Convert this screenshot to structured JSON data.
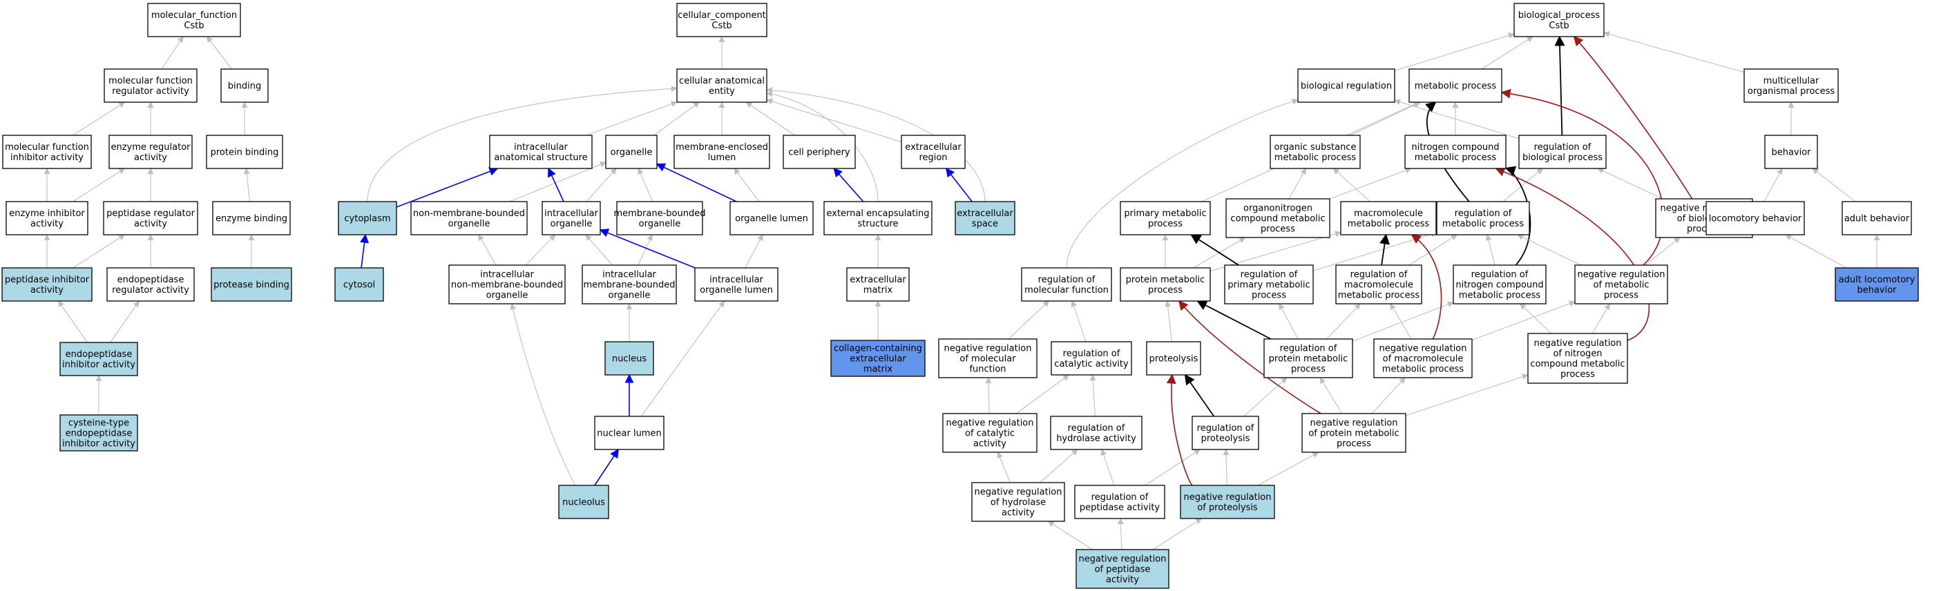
{
  "colors": {
    "default_fill": "#ffffff",
    "light_blue": "#add8e6",
    "cornflower": "#6495ed",
    "edge_gray": "#bfbfbf",
    "edge_blue": "#0000ff",
    "edge_black": "#000000",
    "edge_red": "#a01818"
  },
  "nodes": [
    {
      "id": "mf_cstb",
      "lines": [
        "molecular_function",
        "Cstb"
      ],
      "fill": "default"
    },
    {
      "id": "mf_reg",
      "lines": [
        "molecular function",
        "regulator activity"
      ],
      "fill": "default"
    },
    {
      "id": "binding",
      "lines": [
        "binding"
      ],
      "fill": "default"
    },
    {
      "id": "mf_inh",
      "lines": [
        "molecular function",
        "inhibitor activity"
      ],
      "fill": "default"
    },
    {
      "id": "enz_reg",
      "lines": [
        "enzyme regulator",
        "activity"
      ],
      "fill": "default"
    },
    {
      "id": "prot_bind",
      "lines": [
        "protein binding"
      ],
      "fill": "default"
    },
    {
      "id": "enz_inh",
      "lines": [
        "enzyme inhibitor",
        "activity"
      ],
      "fill": "default"
    },
    {
      "id": "pept_reg",
      "lines": [
        "peptidase regulator",
        "activity"
      ],
      "fill": "default"
    },
    {
      "id": "enz_bind",
      "lines": [
        "enzyme binding"
      ],
      "fill": "default"
    },
    {
      "id": "pept_inh",
      "lines": [
        "peptidase inhibitor",
        "activity"
      ],
      "fill": "light"
    },
    {
      "id": "endo_reg",
      "lines": [
        "endopeptidase",
        "regulator activity"
      ],
      "fill": "default"
    },
    {
      "id": "prot_bind2",
      "lines": [
        "protease binding"
      ],
      "fill": "light"
    },
    {
      "id": "endo_inh",
      "lines": [
        "endopeptidase",
        "inhibitor activity"
      ],
      "fill": "light"
    },
    {
      "id": "cys_inh",
      "lines": [
        "cysteine-type",
        "endopeptidase",
        "inhibitor activity"
      ],
      "fill": "light"
    },
    {
      "id": "cc_cstb",
      "lines": [
        "cellular_component",
        "Cstb"
      ],
      "fill": "default"
    },
    {
      "id": "cae",
      "lines": [
        "cellular anatomical",
        "entity"
      ],
      "fill": "default"
    },
    {
      "id": "ias",
      "lines": [
        "intracellular",
        "anatomical structure"
      ],
      "fill": "default"
    },
    {
      "id": "organelle",
      "lines": [
        "organelle"
      ],
      "fill": "default"
    },
    {
      "id": "mem_lumen",
      "lines": [
        "membrane-enclosed",
        "lumen"
      ],
      "fill": "default"
    },
    {
      "id": "cell_per",
      "lines": [
        "cell periphery"
      ],
      "fill": "default"
    },
    {
      "id": "ext_reg",
      "lines": [
        "extracellular",
        "region"
      ],
      "fill": "default"
    },
    {
      "id": "cytoplasm",
      "lines": [
        "cytoplasm"
      ],
      "fill": "light"
    },
    {
      "id": "nmbo",
      "lines": [
        "non-membrane-bounded",
        "organelle"
      ],
      "fill": "default"
    },
    {
      "id": "intra_org",
      "lines": [
        "intracellular",
        "organelle"
      ],
      "fill": "default"
    },
    {
      "id": "mbo",
      "lines": [
        "membrane-bounded",
        "organelle"
      ],
      "fill": "default"
    },
    {
      "id": "org_lumen",
      "lines": [
        "organelle lumen"
      ],
      "fill": "default"
    },
    {
      "id": "ext_enc",
      "lines": [
        "external encapsulating",
        "structure"
      ],
      "fill": "default"
    },
    {
      "id": "ext_space",
      "lines": [
        "extracellular",
        "space"
      ],
      "fill": "light"
    },
    {
      "id": "cytosol",
      "lines": [
        "cytosol"
      ],
      "fill": "light"
    },
    {
      "id": "inmbo",
      "lines": [
        "intracellular",
        "non-membrane-bounded",
        "organelle"
      ],
      "fill": "default"
    },
    {
      "id": "imbo",
      "lines": [
        "intracellular",
        "membrane-bounded",
        "organelle"
      ],
      "fill": "default"
    },
    {
      "id": "iol",
      "lines": [
        "intracellular",
        "organelle lumen"
      ],
      "fill": "default"
    },
    {
      "id": "ecm",
      "lines": [
        "extracellular",
        "matrix"
      ],
      "fill": "default"
    },
    {
      "id": "nucleus",
      "lines": [
        "nucleus"
      ],
      "fill": "light"
    },
    {
      "id": "coll_ecm",
      "lines": [
        "collagen-containing",
        "extracellular",
        "matrix"
      ],
      "fill": "dark"
    },
    {
      "id": "nuc_lumen",
      "lines": [
        "nuclear lumen"
      ],
      "fill": "default"
    },
    {
      "id": "nucleolus",
      "lines": [
        "nucleolus"
      ],
      "fill": "light"
    },
    {
      "id": "bp_cstb",
      "lines": [
        "biological_process",
        "Cstb"
      ],
      "fill": "default"
    },
    {
      "id": "bio_reg",
      "lines": [
        "biological regulation"
      ],
      "fill": "default"
    },
    {
      "id": "met_proc",
      "lines": [
        "metabolic process"
      ],
      "fill": "default"
    },
    {
      "id": "multi_org",
      "lines": [
        "multicellular",
        "organismal process"
      ],
      "fill": "default"
    },
    {
      "id": "org_sub",
      "lines": [
        "organic substance",
        "metabolic process"
      ],
      "fill": "default"
    },
    {
      "id": "nit_comp",
      "lines": [
        "nitrogen compound",
        "metabolic process"
      ],
      "fill": "default"
    },
    {
      "id": "reg_bio",
      "lines": [
        "regulation of",
        "biological process"
      ],
      "fill": "default"
    },
    {
      "id": "behavior",
      "lines": [
        "behavior"
      ],
      "fill": "default"
    },
    {
      "id": "prim_met",
      "lines": [
        "primary metabolic",
        "process"
      ],
      "fill": "default"
    },
    {
      "id": "organonit",
      "lines": [
        "organonitrogen",
        "compound metabolic",
        "process"
      ],
      "fill": "default"
    },
    {
      "id": "macro_met",
      "lines": [
        "macromolecule",
        "metabolic process"
      ],
      "fill": "default"
    },
    {
      "id": "reg_met",
      "lines": [
        "regulation of",
        "metabolic process"
      ],
      "fill": "default"
    },
    {
      "id": "neg_reg_bio",
      "lines": [
        "negative regulation",
        "of biological",
        "process"
      ],
      "fill": "default"
    },
    {
      "id": "loco",
      "lines": [
        "locomotory behavior"
      ],
      "fill": "default"
    },
    {
      "id": "adult_beh",
      "lines": [
        "adult behavior"
      ],
      "fill": "default"
    },
    {
      "id": "reg_mf",
      "lines": [
        "regulation of",
        "molecular function"
      ],
      "fill": "default"
    },
    {
      "id": "prot_met",
      "lines": [
        "protein metabolic",
        "process"
      ],
      "fill": "default"
    },
    {
      "id": "reg_prim",
      "lines": [
        "regulation of",
        "primary metabolic",
        "process"
      ],
      "fill": "default"
    },
    {
      "id": "reg_macro",
      "lines": [
        "regulation of",
        "macromolecule",
        "metabolic process"
      ],
      "fill": "default"
    },
    {
      "id": "reg_nit",
      "lines": [
        "regulation of",
        "nitrogen compound",
        "metabolic process"
      ],
      "fill": "default"
    },
    {
      "id": "neg_reg_met",
      "lines": [
        "negative regulation",
        "of metabolic",
        "process"
      ],
      "fill": "default"
    },
    {
      "id": "adult_loco",
      "lines": [
        "adult locomotory",
        "behavior"
      ],
      "fill": "dark"
    },
    {
      "id": "neg_reg_mf",
      "lines": [
        "negative regulation",
        "of molecular",
        "function"
      ],
      "fill": "default"
    },
    {
      "id": "reg_cat",
      "lines": [
        "regulation of",
        "catalytic activity"
      ],
      "fill": "default"
    },
    {
      "id": "proteolysis",
      "lines": [
        "proteolysis"
      ],
      "fill": "default"
    },
    {
      "id": "reg_prot_met",
      "lines": [
        "regulation of",
        "protein metabolic",
        "process"
      ],
      "fill": "default"
    },
    {
      "id": "neg_reg_macro",
      "lines": [
        "negative regulation",
        "of macromolecule",
        "metabolic process"
      ],
      "fill": "default"
    },
    {
      "id": "neg_reg_nit",
      "lines": [
        "negative regulation",
        "of nitrogen",
        "compound metabolic",
        "process"
      ],
      "fill": "default"
    },
    {
      "id": "neg_reg_cat",
      "lines": [
        "negative regulation",
        "of catalytic",
        "activity"
      ],
      "fill": "default"
    },
    {
      "id": "reg_hyd",
      "lines": [
        "regulation of",
        "hydrolase activity"
      ],
      "fill": "default"
    },
    {
      "id": "reg_prot",
      "lines": [
        "regulation of",
        "proteolysis"
      ],
      "fill": "default"
    },
    {
      "id": "neg_reg_prot_met",
      "lines": [
        "negative regulation",
        "of protein metabolic",
        "process"
      ],
      "fill": "default"
    },
    {
      "id": "neg_reg_hyd",
      "lines": [
        "negative regulation",
        "of hydrolase",
        "activity"
      ],
      "fill": "default"
    },
    {
      "id": "reg_pept",
      "lines": [
        "regulation of",
        "peptidase activity"
      ],
      "fill": "default"
    },
    {
      "id": "neg_reg_prot",
      "lines": [
        "negative regulation",
        "of proteolysis"
      ],
      "fill": "light"
    },
    {
      "id": "neg_reg_pept",
      "lines": [
        "negative regulation",
        "of peptidase",
        "activity"
      ],
      "fill": "light"
    }
  ],
  "edges": [
    {
      "from": "mf_reg",
      "to": "mf_cstb",
      "kind": "gray"
    },
    {
      "from": "binding",
      "to": "mf_cstb",
      "kind": "gray"
    },
    {
      "from": "mf_inh",
      "to": "mf_reg",
      "kind": "gray"
    },
    {
      "from": "enz_reg",
      "to": "mf_reg",
      "kind": "gray"
    },
    {
      "from": "prot_bind",
      "to": "binding",
      "kind": "gray"
    },
    {
      "from": "enz_inh",
      "to": "mf_inh",
      "kind": "gray"
    },
    {
      "from": "enz_inh",
      "to": "enz_reg",
      "kind": "gray"
    },
    {
      "from": "pept_reg",
      "to": "enz_reg",
      "kind": "gray"
    },
    {
      "from": "enz_bind",
      "to": "prot_bind",
      "kind": "gray"
    },
    {
      "from": "pept_inh",
      "to": "enz_inh",
      "kind": "gray"
    },
    {
      "from": "pept_inh",
      "to": "pept_reg",
      "kind": "gray"
    },
    {
      "from": "endo_reg",
      "to": "pept_reg",
      "kind": "gray"
    },
    {
      "from": "prot_bind2",
      "to": "enz_bind",
      "kind": "gray"
    },
    {
      "from": "endo_inh",
      "to": "pept_inh",
      "kind": "gray"
    },
    {
      "from": "endo_inh",
      "to": "endo_reg",
      "kind": "gray"
    },
    {
      "from": "cys_inh",
      "to": "endo_inh",
      "kind": "gray"
    },
    {
      "from": "cae",
      "to": "cc_cstb",
      "kind": "gray"
    },
    {
      "from": "ias",
      "to": "cae",
      "kind": "gray"
    },
    {
      "from": "organelle",
      "to": "cae",
      "kind": "gray"
    },
    {
      "from": "mem_lumen",
      "to": "cae",
      "kind": "gray"
    },
    {
      "from": "cell_per",
      "to": "cae",
      "kind": "gray"
    },
    {
      "from": "ext_reg",
      "to": "cae",
      "kind": "gray"
    },
    {
      "from": "cytoplasm",
      "to": "cae",
      "kind": "gray"
    },
    {
      "from": "ext_enc",
      "to": "cae",
      "kind": "gray"
    },
    {
      "from": "ext_space",
      "to": "cae",
      "kind": "gray"
    },
    {
      "from": "cytoplasm",
      "to": "ias",
      "kind": "blue"
    },
    {
      "from": "nmbo",
      "to": "organelle",
      "kind": "gray"
    },
    {
      "from": "intra_org",
      "to": "ias",
      "kind": "blue"
    },
    {
      "from": "intra_org",
      "to": "organelle",
      "kind": "gray"
    },
    {
      "from": "mbo",
      "to": "organelle",
      "kind": "gray"
    },
    {
      "from": "org_lumen",
      "to": "organelle",
      "kind": "blue"
    },
    {
      "from": "org_lumen",
      "to": "mem_lumen",
      "kind": "gray"
    },
    {
      "from": "ext_enc",
      "to": "cell_per",
      "kind": "blue"
    },
    {
      "from": "ext_space",
      "to": "ext_reg",
      "kind": "blue"
    },
    {
      "from": "cytosol",
      "to": "cytoplasm",
      "kind": "blue"
    },
    {
      "from": "inmbo",
      "to": "nmbo",
      "kind": "gray"
    },
    {
      "from": "inmbo",
      "to": "intra_org",
      "kind": "gray"
    },
    {
      "from": "imbo",
      "to": "intra_org",
      "kind": "gray"
    },
    {
      "from": "imbo",
      "to": "mbo",
      "kind": "gray"
    },
    {
      "from": "iol",
      "to": "intra_org",
      "kind": "blue"
    },
    {
      "from": "iol",
      "to": "org_lumen",
      "kind": "gray"
    },
    {
      "from": "ecm",
      "to": "ext_enc",
      "kind": "gray"
    },
    {
      "from": "nucleus",
      "to": "imbo",
      "kind": "gray"
    },
    {
      "from": "coll_ecm",
      "to": "ecm",
      "kind": "gray"
    },
    {
      "from": "nuc_lumen",
      "to": "nucleus",
      "kind": "blue"
    },
    {
      "from": "nuc_lumen",
      "to": "iol",
      "kind": "gray"
    },
    {
      "from": "nucleolus",
      "to": "nuc_lumen",
      "kind": "blue"
    },
    {
      "from": "nucleolus",
      "to": "inmbo",
      "kind": "gray"
    },
    {
      "from": "bio_reg",
      "to": "bp_cstb",
      "kind": "gray"
    },
    {
      "from": "met_proc",
      "to": "bp_cstb",
      "kind": "gray"
    },
    {
      "from": "multi_org",
      "to": "bp_cstb",
      "kind": "gray"
    },
    {
      "from": "reg_bio",
      "to": "bp_cstb",
      "kind": "black"
    },
    {
      "from": "neg_reg_bio",
      "to": "bp_cstb",
      "kind": "red"
    },
    {
      "from": "org_sub",
      "to": "met_proc",
      "kind": "gray"
    },
    {
      "from": "nit_comp",
      "to": "met_proc",
      "kind": "gray"
    },
    {
      "from": "reg_bio",
      "to": "bio_reg",
      "kind": "gray"
    },
    {
      "from": "behavior",
      "to": "multi_org",
      "kind": "gray"
    },
    {
      "from": "prim_met",
      "to": "met_proc",
      "kind": "gray"
    },
    {
      "from": "organonit",
      "to": "nit_comp",
      "kind": "gray"
    },
    {
      "from": "organonit",
      "to": "org_sub",
      "kind": "gray"
    },
    {
      "from": "macro_met",
      "to": "org_sub",
      "kind": "gray"
    },
    {
      "from": "reg_met",
      "to": "met_proc",
      "kind": "black"
    },
    {
      "from": "reg_met",
      "to": "reg_bio",
      "kind": "gray"
    },
    {
      "from": "neg_reg_bio",
      "to": "reg_bio",
      "kind": "gray"
    },
    {
      "from": "neg_reg_met",
      "to": "met_proc",
      "kind": "red"
    },
    {
      "from": "loco",
      "to": "behavior",
      "kind": "gray"
    },
    {
      "from": "adult_beh",
      "to": "behavior",
      "kind": "gray"
    },
    {
      "from": "reg_mf",
      "to": "bio_reg",
      "kind": "gray"
    },
    {
      "from": "prot_met",
      "to": "prim_met",
      "kind": "gray"
    },
    {
      "from": "prot_met",
      "to": "macro_met",
      "kind": "gray"
    },
    {
      "from": "prot_met",
      "to": "organonit",
      "kind": "gray"
    },
    {
      "from": "reg_prim",
      "to": "prim_met",
      "kind": "black"
    },
    {
      "from": "reg_prim",
      "to": "reg_met",
      "kind": "gray"
    },
    {
      "from": "reg_macro",
      "to": "macro_met",
      "kind": "black"
    },
    {
      "from": "reg_macro",
      "to": "reg_met",
      "kind": "gray"
    },
    {
      "from": "reg_nit",
      "to": "nit_comp",
      "kind": "black"
    },
    {
      "from": "reg_nit",
      "to": "reg_met",
      "kind": "gray"
    },
    {
      "from": "neg_reg_met",
      "to": "reg_met",
      "kind": "gray"
    },
    {
      "from": "neg_reg_met",
      "to": "neg_reg_bio",
      "kind": "gray"
    },
    {
      "from": "adult_loco",
      "to": "loco",
      "kind": "gray"
    },
    {
      "from": "adult_loco",
      "to": "adult_beh",
      "kind": "gray"
    },
    {
      "from": "neg_reg_mf",
      "to": "reg_mf",
      "kind": "gray"
    },
    {
      "from": "reg_cat",
      "to": "reg_mf",
      "kind": "gray"
    },
    {
      "from": "proteolysis",
      "to": "prot_met",
      "kind": "gray"
    },
    {
      "from": "reg_prot_met",
      "to": "prot_met",
      "kind": "black"
    },
    {
      "from": "reg_prot_met",
      "to": "reg_prim",
      "kind": "gray"
    },
    {
      "from": "reg_prot_met",
      "to": "reg_macro",
      "kind": "gray"
    },
    {
      "from": "reg_prot_met",
      "to": "reg_nit",
      "kind": "gray"
    },
    {
      "from": "neg_reg_macro",
      "to": "reg_macro",
      "kind": "gray"
    },
    {
      "from": "neg_reg_macro",
      "to": "macro_met",
      "kind": "red"
    },
    {
      "from": "neg_reg_macro",
      "to": "neg_reg_met",
      "kind": "gray"
    },
    {
      "from": "neg_reg_nit",
      "to": "reg_nit",
      "kind": "gray"
    },
    {
      "from": "neg_reg_nit",
      "to": "nit_comp",
      "kind": "red"
    },
    {
      "from": "neg_reg_nit",
      "to": "neg_reg_met",
      "kind": "gray"
    },
    {
      "from": "neg_reg_cat",
      "to": "neg_reg_mf",
      "kind": "gray"
    },
    {
      "from": "neg_reg_cat",
      "to": "reg_cat",
      "kind": "gray"
    },
    {
      "from": "reg_hyd",
      "to": "reg_cat",
      "kind": "gray"
    },
    {
      "from": "reg_prot",
      "to": "proteolysis",
      "kind": "black"
    },
    {
      "from": "reg_prot",
      "to": "reg_prot_met",
      "kind": "gray"
    },
    {
      "from": "neg_reg_prot_met",
      "to": "reg_prot_met",
      "kind": "gray"
    },
    {
      "from": "neg_reg_prot_met",
      "to": "prot_met",
      "kind": "red"
    },
    {
      "from": "neg_reg_prot_met",
      "to": "neg_reg_macro",
      "kind": "gray"
    },
    {
      "from": "neg_reg_prot_met",
      "to": "neg_reg_nit",
      "kind": "gray"
    },
    {
      "from": "neg_reg_hyd",
      "to": "neg_reg_cat",
      "kind": "gray"
    },
    {
      "from": "neg_reg_hyd",
      "to": "reg_hyd",
      "kind": "gray"
    },
    {
      "from": "reg_pept",
      "to": "reg_hyd",
      "kind": "gray"
    },
    {
      "from": "reg_pept",
      "to": "reg_prot",
      "kind": "gray"
    },
    {
      "from": "neg_reg_prot",
      "to": "reg_prot",
      "kind": "gray"
    },
    {
      "from": "neg_reg_prot",
      "to": "proteolysis",
      "kind": "red"
    },
    {
      "from": "neg_reg_prot",
      "to": "neg_reg_prot_met",
      "kind": "gray"
    },
    {
      "from": "neg_reg_pept",
      "to": "neg_reg_hyd",
      "kind": "gray"
    },
    {
      "from": "neg_reg_pept",
      "to": "reg_pept",
      "kind": "gray"
    },
    {
      "from": "neg_reg_pept",
      "to": "neg_reg_prot",
      "kind": "gray"
    }
  ]
}
